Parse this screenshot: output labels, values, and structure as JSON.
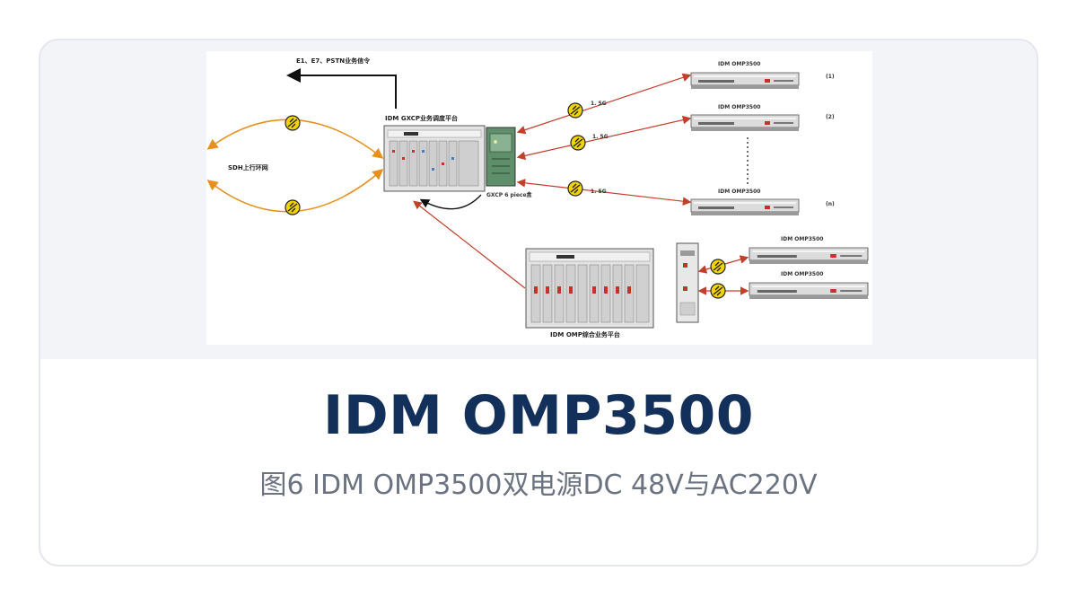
{
  "title": "IDM OMP3500",
  "caption": "图6 IDM OMP3500双电源DC 48V与AC220V",
  "diagram": {
    "top_label": "E1、E7、PSTN业务信令",
    "main_platform_label": "IDM GXCP业务调度平台",
    "sdh_label": "SDH上行环网",
    "panel_label": "GXCP 6 piece盒",
    "service_platform_label": "IDM OMP综合业务平台",
    "link_labels": [
      "1. 5G",
      "1. 5G",
      "1. 5G"
    ],
    "remote_units": [
      {
        "label": "IDM OMP3500",
        "index": "(1)"
      },
      {
        "label": "IDM OMP3500",
        "index": "(2)"
      },
      {
        "label": "IDM OMP3500",
        "index": "(n)"
      }
    ],
    "lower_units": [
      {
        "label": "IDM OMP3500"
      },
      {
        "label": "IDM OMP3500"
      }
    ],
    "colors": {
      "orange_link": "#e8901e",
      "red_link": "#c0402a",
      "chassis": "#e6e6e6",
      "navy_title": "#13305a"
    }
  }
}
